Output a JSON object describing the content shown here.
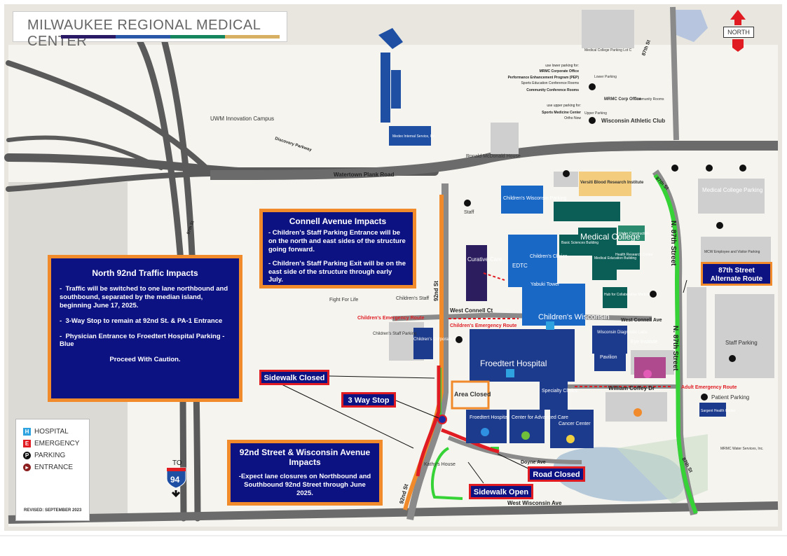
{
  "title": "MILWAUKEE REGIONAL MEDICAL CENTER",
  "title_bar_colors": [
    "#2a1a66",
    "#2b57a8",
    "#15855e",
    "#d7b064"
  ],
  "north_label": "NORTH",
  "colors": {
    "panel_bg": "#0d1282",
    "panel_border": "#f08a2a",
    "callout_border": "#e01b22",
    "green_route": "#35d335",
    "orange_route": "#f08a2a",
    "red_route": "#e01b22"
  },
  "panels": {
    "north92": {
      "title": "North 92nd Traffic Impacts",
      "items": [
        "Traffic will be switched to one lane northbound and southbound, separated by the median island, beginning June 17, 2025.",
        "3-Way Stop to remain at 92nd St. & PA-1 Entrance",
        "Physician Entrance to Froedtert Hospital Parking - Blue"
      ],
      "footer": "Proceed With Caution."
    },
    "connell": {
      "title": "Connell Avenue Impacts",
      "p1": "- Children's Staff Parking Entrance will be on the north and east sides of the structure going forward.",
      "p2": "- Children's Staff Parking Exit will be on the east side of the structure through early July."
    },
    "wisconsin": {
      "title": "92nd Street & Wisconsin Avenue Impacts",
      "body": "-Expect lane closures on Northbound and Southbound 92nd Street through June 2025."
    }
  },
  "callouts": {
    "sidewalk_closed": "Sidewalk Closed",
    "three_way": "3 Way Stop",
    "road_closed": "Road Closed",
    "sidewalk_open": "Sidewalk Open",
    "alt_route": "87th Street Alternate Route",
    "area_closed": "Area Closed"
  },
  "streets": {
    "watertown": "Watertown Plank Road",
    "discovery": "Discovery Parkway",
    "st92": "92nd St",
    "st87n": "N. 87th Street",
    "st87": "87th St",
    "w_connell_c": "West Connell Ct",
    "w_connell_ave": "West Connell Ave",
    "w_wisconsin": "West Wisconsin Ave",
    "doyne": "Doyne Ave",
    "coffey": "William Coffey Dr",
    "st97": "97th St",
    "childrens_er": "Children's Emergency Route",
    "adult_er": "Adult Emergency Route"
  },
  "buildings": {
    "uwm": "UWM Innovation Campus",
    "medex": "Medex Internal Service, Inc.",
    "ronald": "Ronald McDonald House",
    "mcw_lotc": "Medical College Parking Lot C",
    "mrmc_office": "MRMC Corp Office",
    "wac": "Wisconsin Athletic Club",
    "community": "Community Rooms",
    "lower": "Lower Parking",
    "upper": "Upper Parking",
    "versiti": "Versiti Blood Research Institute",
    "cw_parking": "Children's Wisconsin Parking",
    "staff": "Staff",
    "curative": "Curative Care",
    "edtc": "EDTC",
    "cw_clinics": "Children's Clinics",
    "yabuki": "Yabuki Tower",
    "medical_college": "Medical College",
    "cw": "Children's Wisconsin",
    "fhosp": "Froedtert Hospital",
    "spec_clinics": "Specialty Clinics",
    "cancer": "Cancer Center",
    "cac": "Center for Advanced Care",
    "fh_small": "Froedtert Hospital",
    "kathys": "Kathy's House",
    "fight": "Fight For Life",
    "cs_staff": "Children's Staff",
    "cs_staff_parking": "Children's Staff Parking",
    "cw_corp": "Children's Corporate Center",
    "wdl": "Wisconsin Diagnostic Labs",
    "eye": "Eye Institute",
    "pavilion": "Pavilion",
    "staff_parking": "Staff Parking",
    "patient_parking": "Patient Parking",
    "sargent": "Sargent Health Center",
    "mcw_parking": "Medical College Parking",
    "mcw_emp": "MCW Employee and Visitor Parking",
    "mrmc_water": "MRMC Water Services, Inc.",
    "hub": "Hub for Collaborative Medicine",
    "basic_sci": "Basic Sciences Building",
    "med_ed": "Medical Education Building",
    "health_res": "Health Research Center",
    "under_const": "Under Construction"
  },
  "notes": {
    "lower_title": "use lower parking for:",
    "lower_items": [
      "MRMC Corporate Office",
      "Performance Enhancement Program (PEP)",
      "Sports Education Conference Rooms",
      "Community Conference Rooms"
    ],
    "upper_title": "use upper parking for:",
    "upper_items": [
      "Sports Medicine Center",
      "Ortho Now"
    ]
  },
  "legend": {
    "hospital": "HOSPITAL",
    "emergency": "EMERGENCY",
    "parking": "PARKING",
    "entrance": "ENTRANCE",
    "h": "H",
    "e": "E",
    "p": "P",
    "revised": "REVISED: SEPTEMBER 2023"
  },
  "interstate": {
    "to": "TO",
    "num": "94"
  }
}
